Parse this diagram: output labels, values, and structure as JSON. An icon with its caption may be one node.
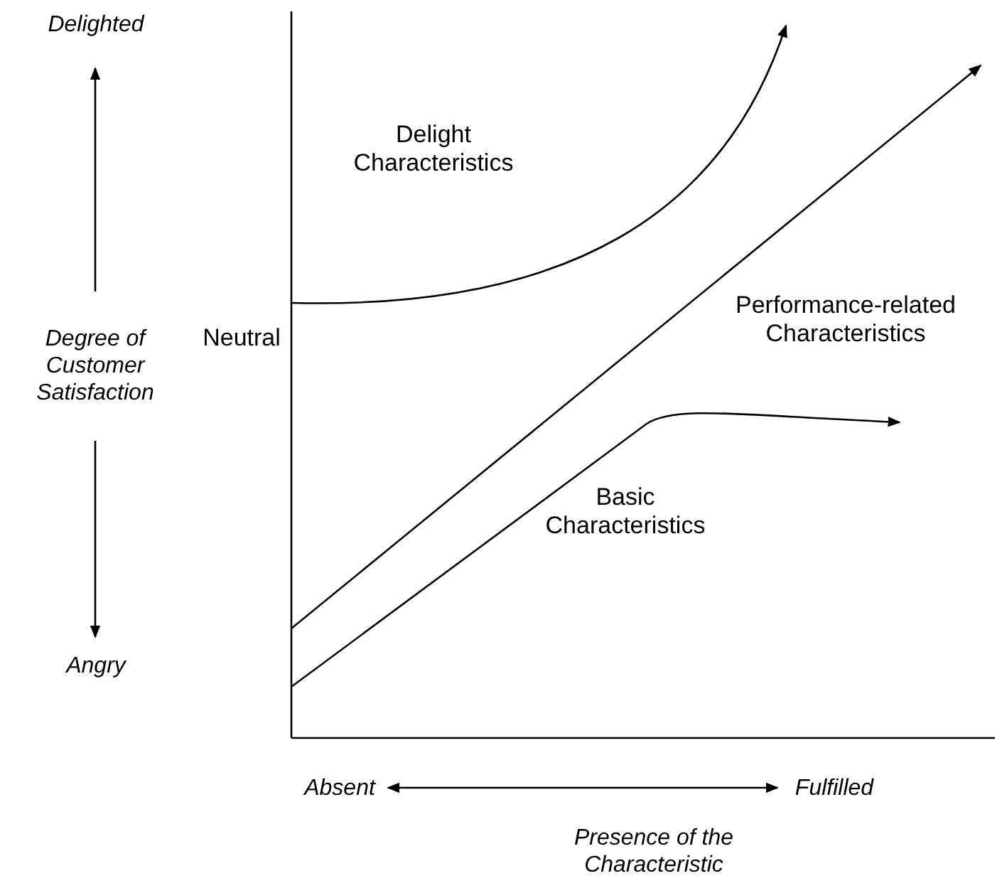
{
  "diagram": {
    "nodes": [
      {
        "text": [
          "Delighted"
        ]
      },
      {
        "text": [
          "Degree of Customer Satisfaction"
        ]
      },
      {
        "text": [
          "Angry"
        ]
      },
      {
        "text": [
          "Absent"
        ]
      },
      {
        "text": [
          "Fulfilled"
        ]
      }
    ],
    "edges": [
      {
        "from": 1,
        "to": 0,
        "arrow": "to"
      },
      {
        "from": 1,
        "to": 2,
        "arrow": "to"
      },
      {
        "from": 3,
        "to": 4,
        "arrow": "both"
      }
    ],
    "labels": [
      "Delight Characteristics",
      "Neutral",
      "Performance-related Characteristics",
      "Basic Characteristics",
      "Presence of the Characteristic"
    ]
  }
}
